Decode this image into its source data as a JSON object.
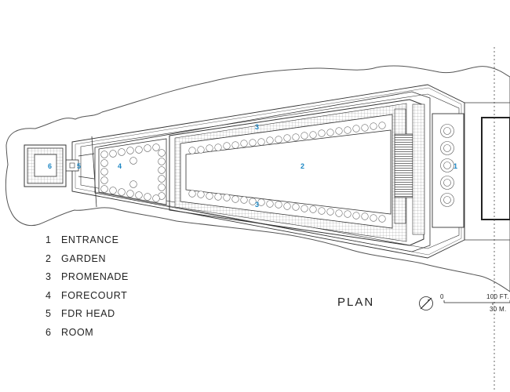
{
  "title": "PLAN",
  "legend": [
    {
      "number": "1",
      "label": "ENTRANCE"
    },
    {
      "number": "2",
      "label": "GARDEN"
    },
    {
      "number": "3",
      "label": "PROMENADE"
    },
    {
      "number": "4",
      "label": "FORECOURT"
    },
    {
      "number": "5",
      "label": "FDR HEAD"
    },
    {
      "number": "6",
      "label": "ROOM"
    }
  ],
  "callouts": {
    "entrance": "1",
    "garden": "2",
    "promenade_top": "3",
    "promenade_bottom": "3",
    "forecourt": "4",
    "fdr_head": "5",
    "room": "6"
  },
  "scale": {
    "start": "0",
    "imperial": "100 FT.",
    "metric": "30 M."
  },
  "colors": {
    "callout": "#1b86c4",
    "lines": "#333333"
  },
  "icons": {
    "north_arrow": "north-arrow-icon"
  }
}
